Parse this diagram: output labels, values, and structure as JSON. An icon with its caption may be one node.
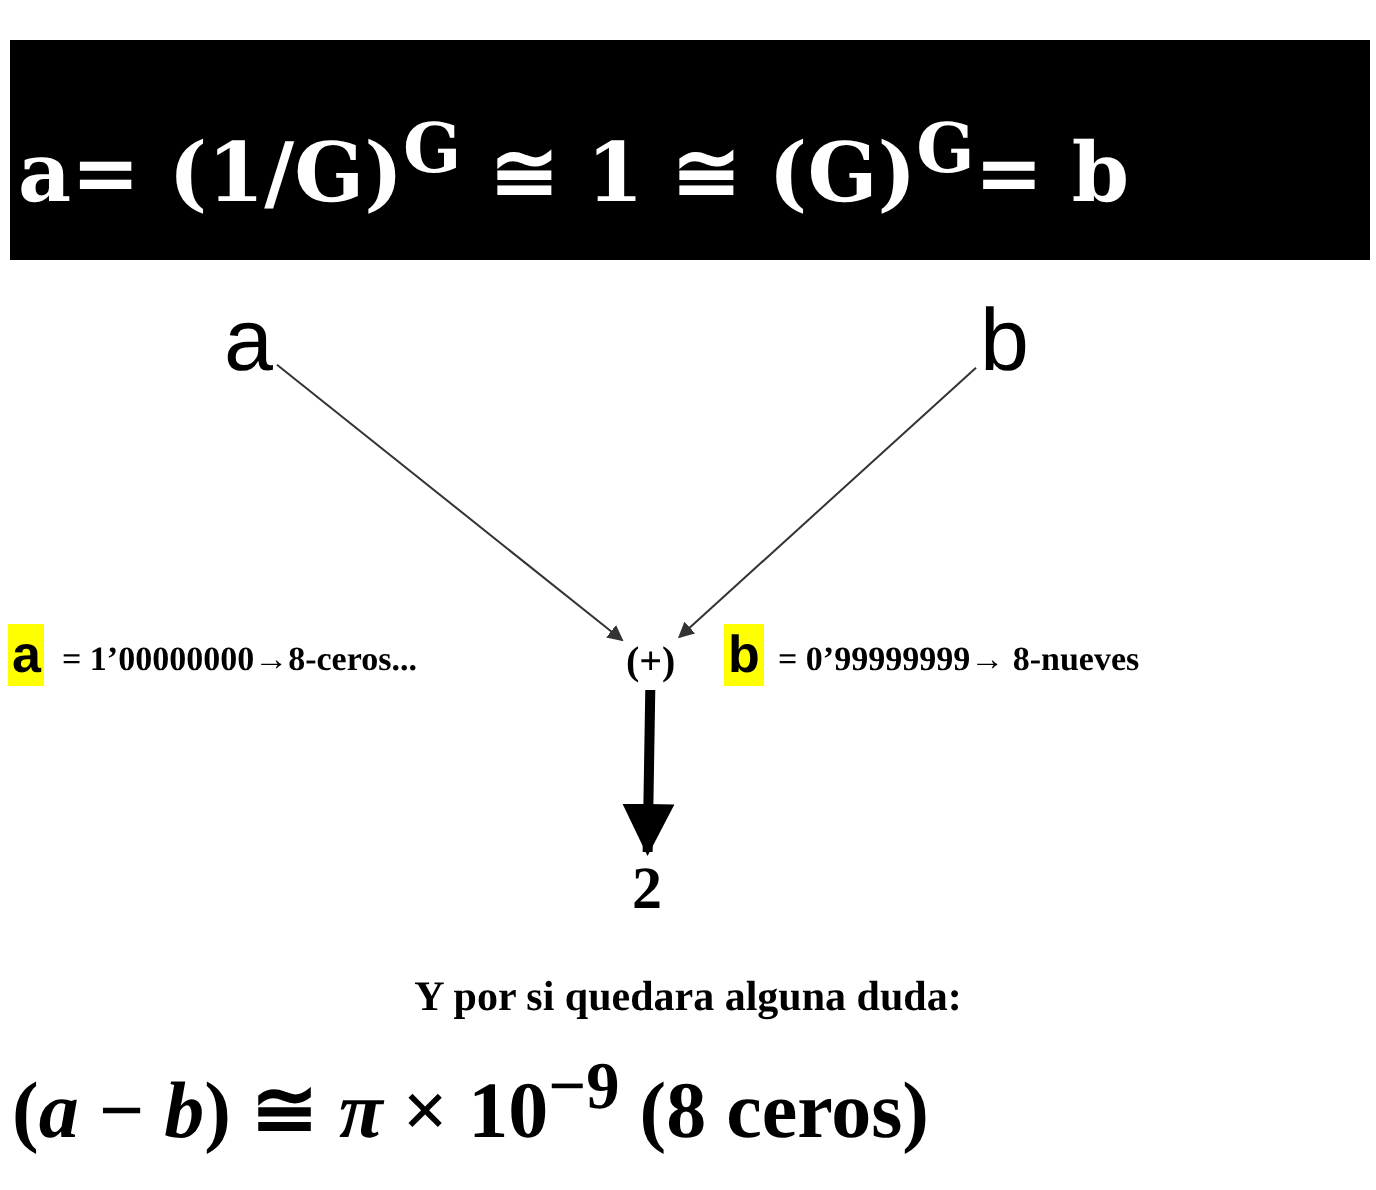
{
  "diagram": {
    "title": "a= (1/G)$^{G}$ ≅ 1 ≅ (G)$^{G}$= b",
    "nodes": [
      {
        "text": [
          "a"
        ]
      },
      {
        "text": [
          "b"
        ]
      },
      {
        "text": [
          "(+)"
        ]
      },
      {
        "text": [
          "2"
        ]
      }
    ],
    "edges": [
      {
        "from": 0,
        "to": 2,
        "arrow": "to"
      },
      {
        "from": 1,
        "to": 2,
        "arrow": "to"
      },
      {
        "from": 2,
        "to": 3,
        "arrow": "to",
        "style": "thick"
      }
    ],
    "labels": [
      "a",
      "= 1’00000000→8-ceros...",
      "b",
      "= 0’99999999→ 8-nueves",
      "Y por si quedara alguna duda:",
      "(*a* − *b*) ≅ *π* × 10$^{−9}$  (8 ceros)"
    ]
  }
}
